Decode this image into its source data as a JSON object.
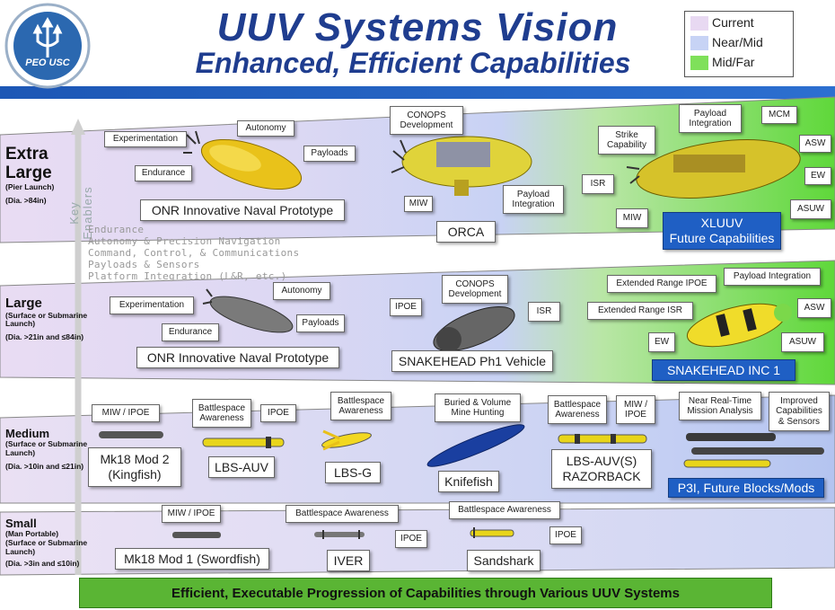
{
  "header": {
    "logo_text": "PEO USC",
    "title": "UUV Systems Vision",
    "subtitle": "Enhanced, Efficient Capabilities"
  },
  "legend": {
    "items": [
      {
        "label": "Current",
        "color": "#e8d9f2"
      },
      {
        "label": "Near/Mid",
        "color": "#c7d3f5"
      },
      {
        "label": "Mid/Far",
        "color": "#7fe05a"
      }
    ]
  },
  "axis": {
    "label": "Key Enablers"
  },
  "enablers": [
    "Endurance",
    "Autonomy & Precision Navigation",
    "Command, Control, & Communications",
    "Payloads & Sensors",
    "Platform Integration (L&R, etc.)"
  ],
  "rows": {
    "extra_large": {
      "title1": "Extra",
      "title2": "Large",
      "sub": "(Pier Launch)",
      "dia": "(Dia. >84in)"
    },
    "large": {
      "title": "Large",
      "sub": "(Surface or Submarine Launch)",
      "dia": "(Dia. >21in and ≤84in)"
    },
    "medium": {
      "title": "Medium",
      "sub": "(Surface or Submarine Launch)",
      "dia": "(Dia. >10in and ≤21in)"
    },
    "small": {
      "title": "Small",
      "sub": "(Man Portable) (Surface or Submarine Launch)",
      "dia": "(Dia. >3in and ≤10in)"
    }
  },
  "xl": {
    "experimentation": "Experimentation",
    "autonomy": "Autonomy",
    "payloads": "Payloads",
    "endurance": "Endurance",
    "onr": "ONR Innovative Naval Prototype",
    "conops": "CONOPS Development",
    "miw": "MIW",
    "payload_integration": "Payload Integration",
    "orca": "ORCA",
    "strike": "Strike Capability",
    "payload_integration2": "Payload Integration",
    "mcm": "MCM",
    "asw": "ASW",
    "isr": "ISR",
    "ew": "EW",
    "asuw": "ASUW",
    "miw2": "MIW",
    "xluuv": "XLUUV",
    "xluuv_future": "Future Capabilities"
  },
  "lg": {
    "autonomy": "Autonomy",
    "experimentation": "Experimentation",
    "payloads": "Payloads",
    "endurance": "Endurance",
    "onr": "ONR Innovative Naval Prototype",
    "ipoe": "IPOE",
    "conops": "CONOPS Development",
    "isr": "ISR",
    "snakehead1": "SNAKEHEAD Ph1 Vehicle",
    "ext_ipoe": "Extended Range IPOE",
    "payload_integration": "Payload Integration",
    "ext_isr": "Extended Range ISR",
    "asw": "ASW",
    "ew": "EW",
    "asuw": "ASUW",
    "snakehead_inc": "SNAKEHEAD  INC 1"
  },
  "md": {
    "miw_ipoe": "MIW / IPOE",
    "battlespace1": "Battlespace Awareness",
    "ipoe": "IPOE",
    "battlespace2": "Battlespace Awareness",
    "buried": "Buried & Volume Mine Hunting",
    "battlespace3": "Battlespace Awareness",
    "miw_ipoe2": "MIW / IPOE",
    "near_realtime": "Near Real-Time Mission Analysis",
    "improved": "Improved Capabilities & Sensors",
    "mk18_2": "Mk18 Mod 2 (Kingfish)",
    "lbs_auv": "LBS-AUV",
    "lbs_g": "LBS-G",
    "knifefish": "Knifefish",
    "razorback": "LBS-AUV(S) RAZORBACK",
    "p3i": "P3I, Future Blocks/Mods"
  },
  "sm": {
    "miw_ipoe": "MIW / IPOE",
    "battlespace1": "Battlespace Awareness",
    "battlespace2": "Battlespace Awareness",
    "ipoe1": "IPOE",
    "ipoe2": "IPOE",
    "mk18_1": "Mk18 Mod 1 (Swordfish)",
    "iver": "IVER",
    "sandshark": "Sandshark"
  },
  "footer": "Efficient, Executable Progression of Capabilities through Various UUV Systems"
}
